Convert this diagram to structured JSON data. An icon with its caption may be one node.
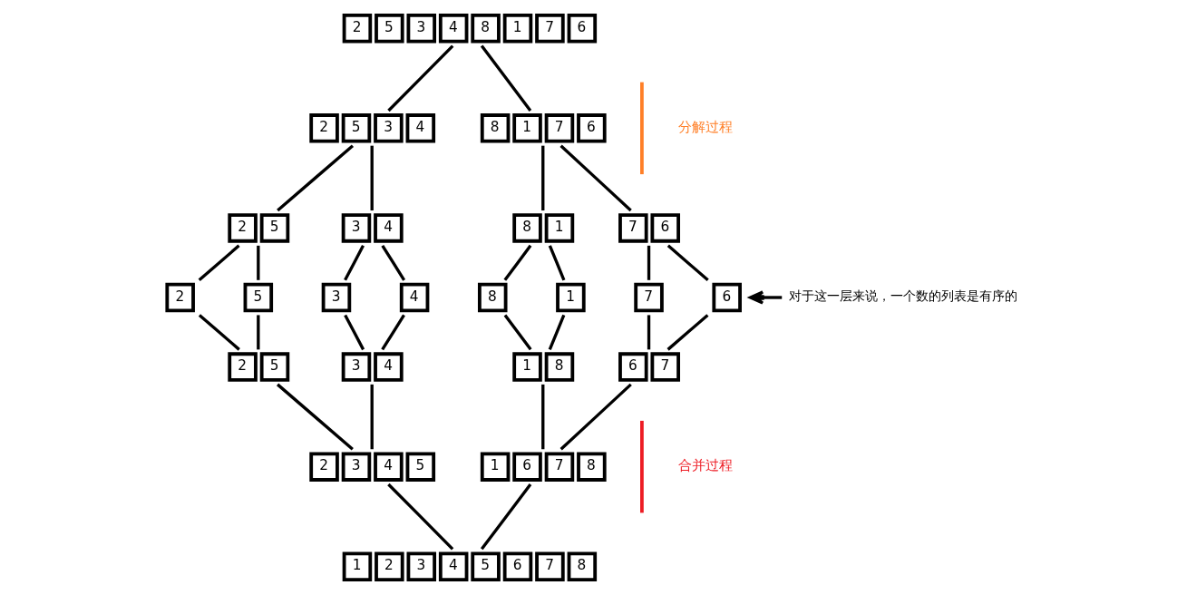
{
  "diagram": {
    "nodes": [
      {
        "text": [
          "2",
          "5",
          "3",
          "4",
          "8",
          "1",
          "7",
          "6"
        ]
      },
      {
        "text": [
          "2",
          "5",
          "3",
          "4"
        ]
      },
      {
        "text": [
          "8",
          "1",
          "7",
          "6"
        ]
      },
      {
        "text": [
          "2",
          "5"
        ]
      },
      {
        "text": [
          "3",
          "4"
        ]
      },
      {
        "text": [
          "8",
          "1"
        ]
      },
      {
        "text": [
          "7",
          "6"
        ]
      },
      {
        "text": [
          "2"
        ]
      },
      {
        "text": [
          "5"
        ]
      },
      {
        "text": [
          "3"
        ]
      },
      {
        "text": [
          "4"
        ]
      },
      {
        "text": [
          "8"
        ]
      },
      {
        "text": [
          "1"
        ]
      },
      {
        "text": [
          "7"
        ]
      },
      {
        "text": [
          "6"
        ]
      },
      {
        "text": [
          "2",
          "5"
        ]
      },
      {
        "text": [
          "3",
          "4"
        ]
      },
      {
        "text": [
          "1",
          "8"
        ]
      },
      {
        "text": [
          "6",
          "7"
        ]
      },
      {
        "text": [
          "2",
          "3",
          "4",
          "5"
        ]
      },
      {
        "text": [
          "1",
          "6",
          "7",
          "8"
        ]
      },
      {
        "text": [
          "1",
          "2",
          "3",
          "4",
          "5",
          "6",
          "7",
          "8"
        ]
      },
      {
        "text": [
          "对于这一层来说，一个数的列表是有序的"
        ]
      }
    ],
    "edges": [
      {
        "from": 0,
        "to": 1,
        "arrow": "none"
      },
      {
        "from": 0,
        "to": 2,
        "arrow": "none"
      },
      {
        "from": 1,
        "to": 3,
        "arrow": "none"
      },
      {
        "from": 1,
        "to": 4,
        "arrow": "none"
      },
      {
        "from": 2,
        "to": 5,
        "arrow": "none"
      },
      {
        "from": 2,
        "to": 6,
        "arrow": "none"
      },
      {
        "from": 3,
        "to": 7,
        "arrow": "none"
      },
      {
        "from": 3,
        "to": 8,
        "arrow": "none"
      },
      {
        "from": 4,
        "to": 9,
        "arrow": "none"
      },
      {
        "from": 4,
        "to": 10,
        "arrow": "none"
      },
      {
        "from": 5,
        "to": 11,
        "arrow": "none"
      },
      {
        "from": 5,
        "to": 12,
        "arrow": "none"
      },
      {
        "from": 6,
        "to": 13,
        "arrow": "none"
      },
      {
        "from": 6,
        "to": 14,
        "arrow": "none"
      },
      {
        "from": 7,
        "to": 15,
        "arrow": "none"
      },
      {
        "from": 8,
        "to": 15,
        "arrow": "none"
      },
      {
        "from": 9,
        "to": 16,
        "arrow": "none"
      },
      {
        "from": 10,
        "to": 16,
        "arrow": "none"
      },
      {
        "from": 11,
        "to": 17,
        "arrow": "none"
      },
      {
        "from": 12,
        "to": 17,
        "arrow": "none"
      },
      {
        "from": 13,
        "to": 18,
        "arrow": "none"
      },
      {
        "from": 14,
        "to": 18,
        "arrow": "none"
      },
      {
        "from": 15,
        "to": 19,
        "arrow": "none"
      },
      {
        "from": 16,
        "to": 19,
        "arrow": "none"
      },
      {
        "from": 17,
        "to": 20,
        "arrow": "none"
      },
      {
        "from": 18,
        "to": 20,
        "arrow": "none"
      },
      {
        "from": 19,
        "to": 21,
        "arrow": "none"
      },
      {
        "from": 20,
        "to": 21,
        "arrow": "none"
      },
      {
        "from": 22,
        "to": 14,
        "arrow": "to"
      }
    ],
    "labels": [
      "分解过程",
      "合并过程"
    ]
  }
}
